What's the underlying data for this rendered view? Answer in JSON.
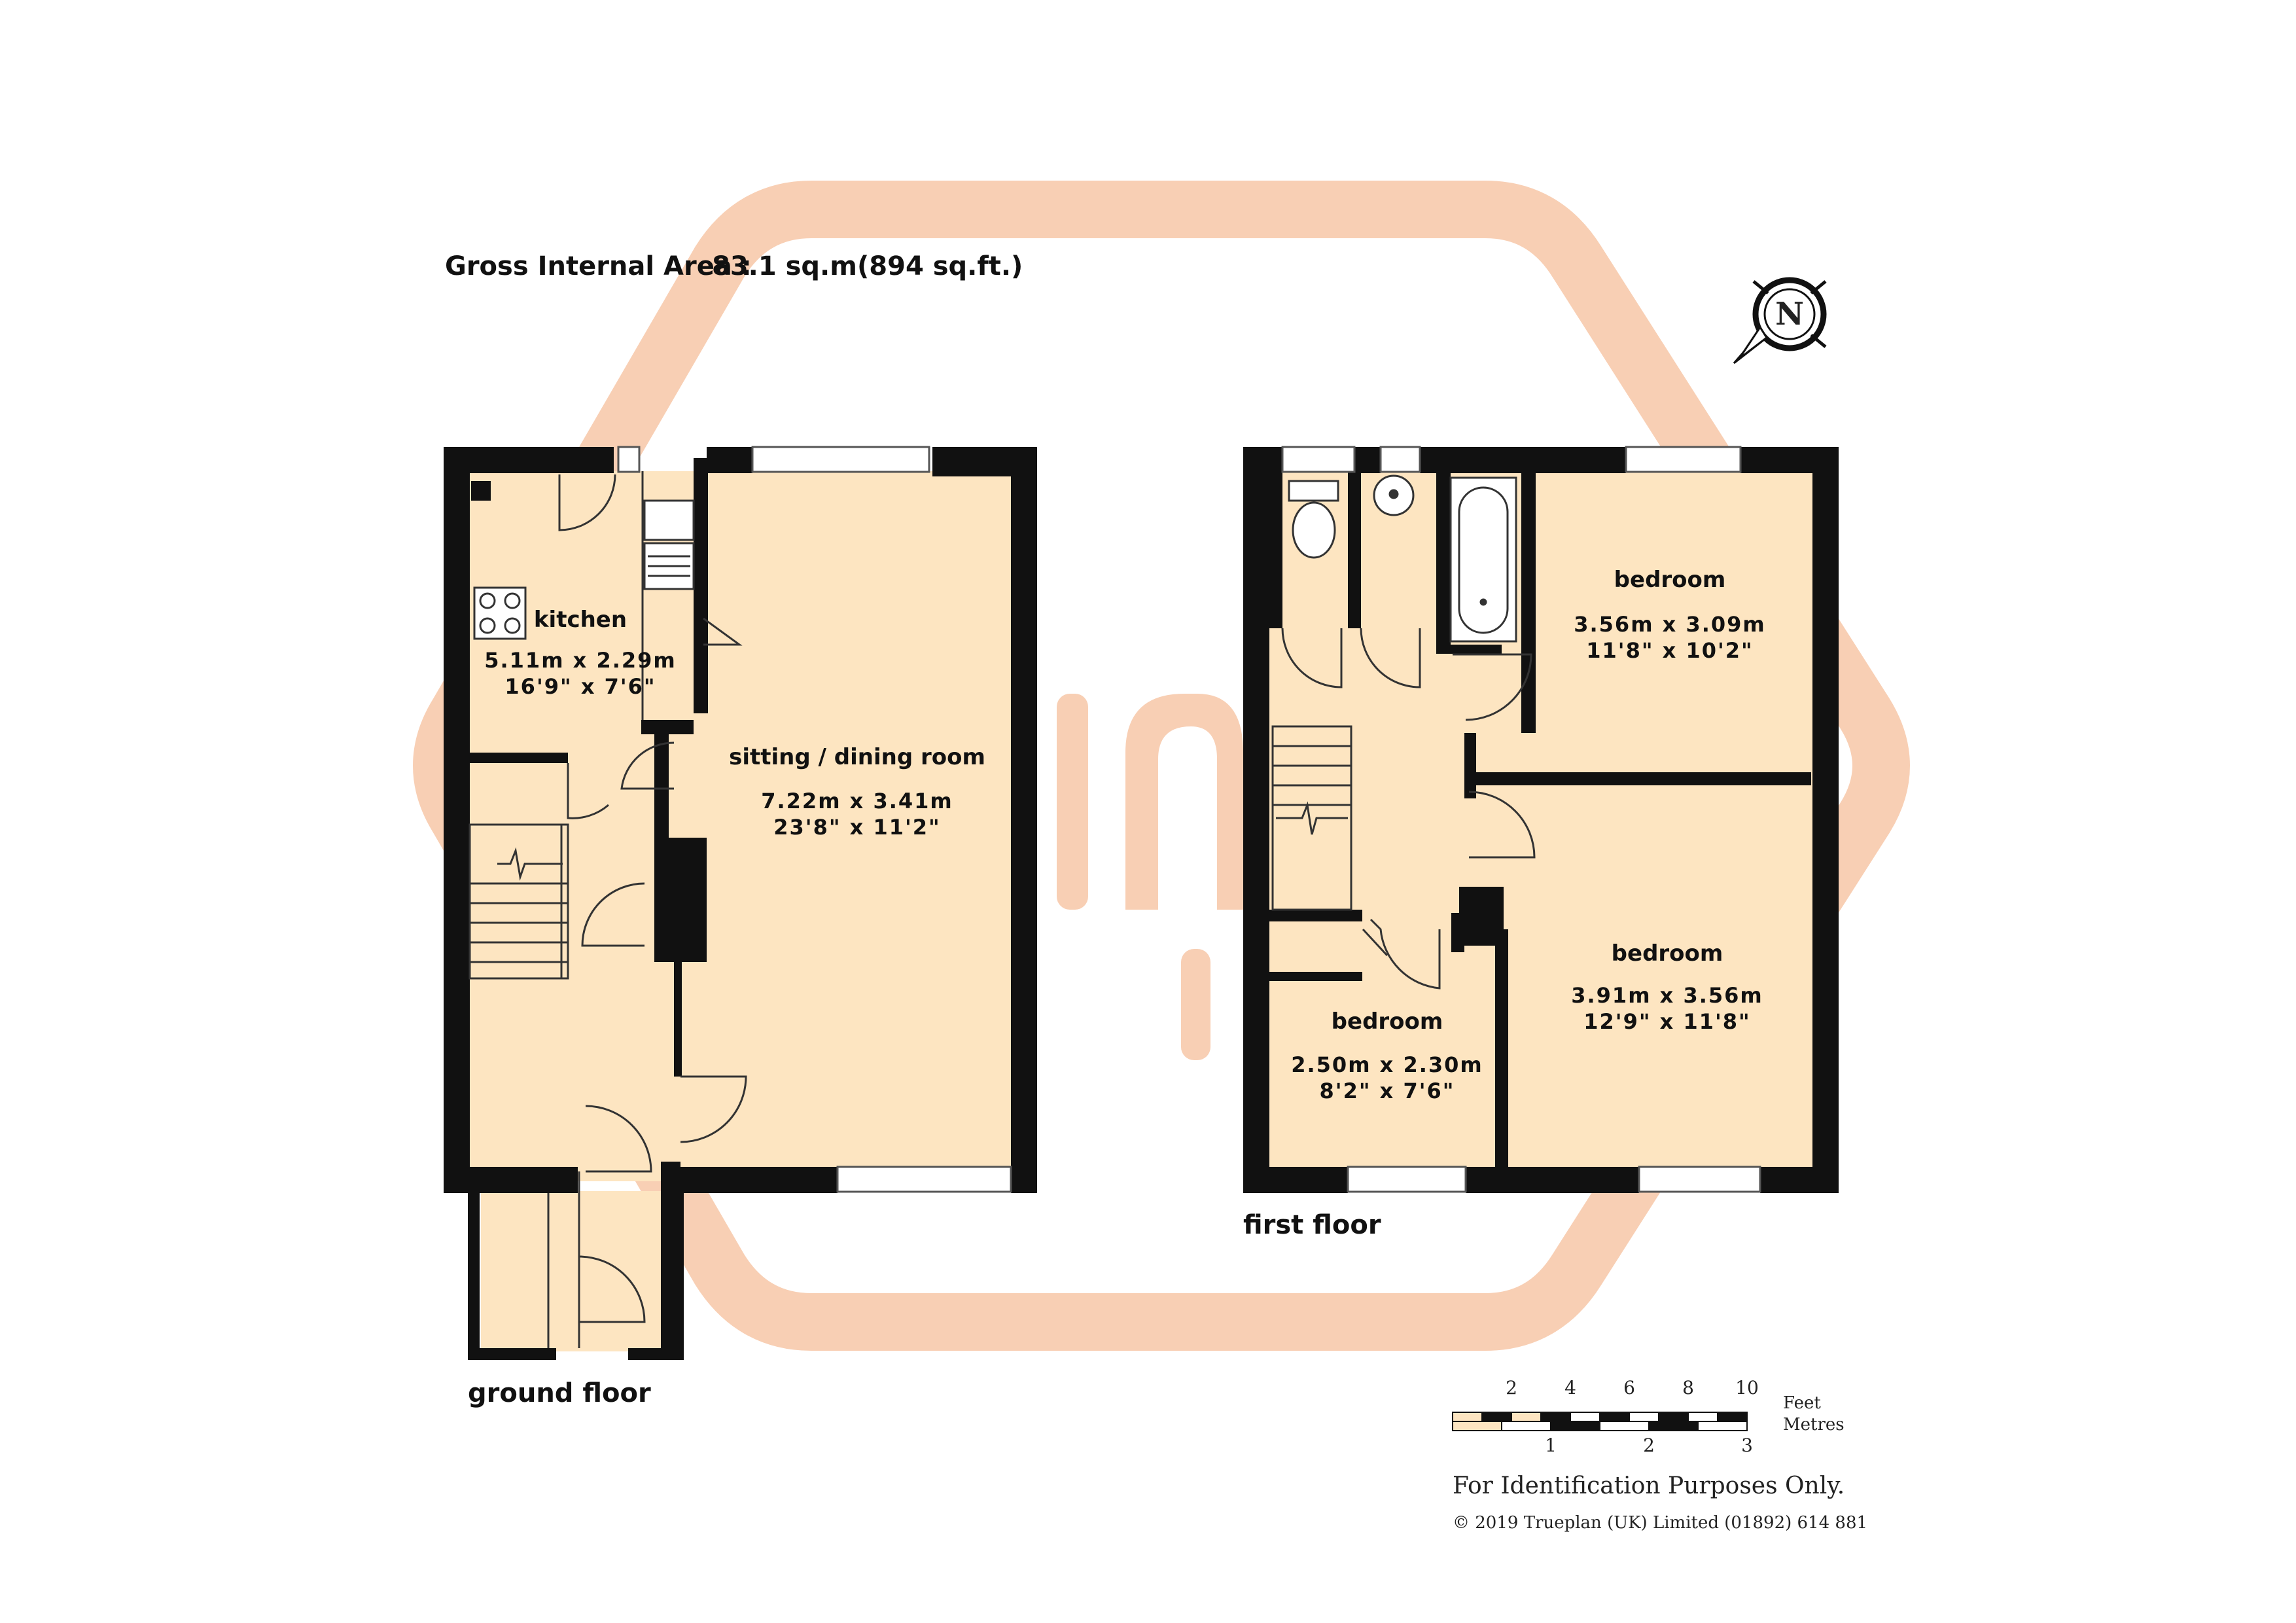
{
  "header": {
    "gross_area_label": "Gross Internal Area :",
    "gross_area_value": "83.1 sq.m",
    "gross_area_imperial": "(894 sq.ft.)"
  },
  "compass": {
    "letter": "N"
  },
  "ground_floor": {
    "label": "ground floor",
    "rooms": {
      "kitchen": {
        "name": "kitchen",
        "metric": "5.11m  x  2.29m",
        "imperial": "16'9\"  x  7'6\""
      },
      "sitting": {
        "name": "sitting / dining room",
        "metric": "7.22m  x  3.41m",
        "imperial": "23'8\"  x  11'2\""
      }
    }
  },
  "first_floor": {
    "label": "first floor",
    "rooms": {
      "bedroom1": {
        "name": "bedroom",
        "metric": "3.56m  x  3.09m",
        "imperial": "11'8\"  x  10'2\""
      },
      "bedroom2": {
        "name": "bedroom",
        "metric": "3.91m  x  3.56m",
        "imperial": "12'9\"  x  11'8\""
      },
      "bedroom3": {
        "name": "bedroom",
        "metric": "2.50m  x  2.30m",
        "imperial": "8'2\"  x  7'6\""
      }
    }
  },
  "scale": {
    "feet_ticks": [
      "2",
      "4",
      "6",
      "8",
      "10"
    ],
    "metre_ticks": [
      "1",
      "2",
      "3"
    ],
    "feet_label": "Feet",
    "metres_label": "Metres"
  },
  "footer": {
    "disclaimer": "For Identification Purposes Only.",
    "copyright": "© 2019 Trueplan (UK) Limited (01892) 614 881"
  },
  "colors": {
    "room_fill": "#fde5c1",
    "wall": "#111111",
    "watermark": "#f8cfb4",
    "background": "#ffffff"
  }
}
